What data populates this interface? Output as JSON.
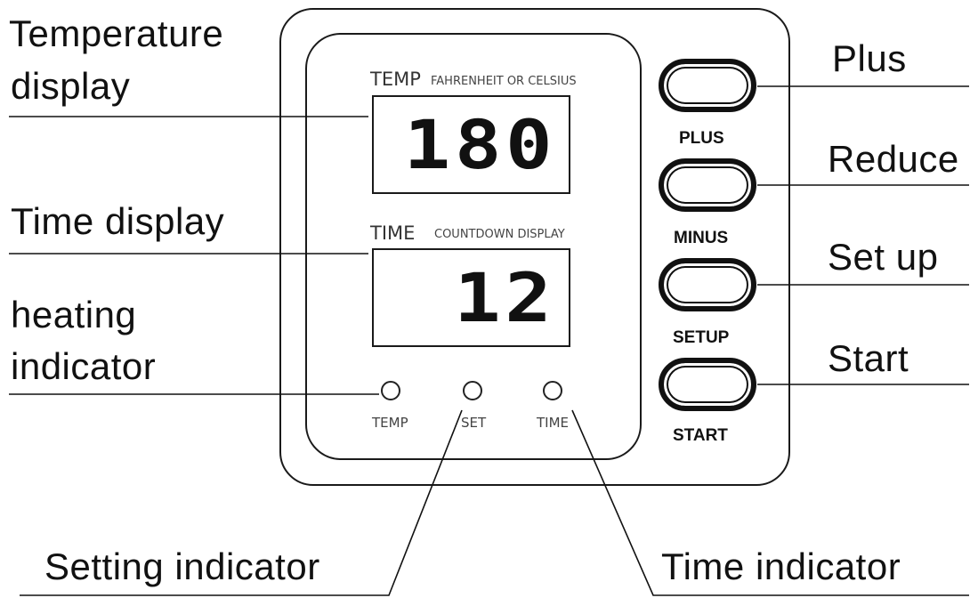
{
  "panel": {
    "temp_display": {
      "title": "TEMP",
      "subtitle": "FAHRENHEIT OR CELSIUS",
      "value": "180"
    },
    "time_display": {
      "title": "TIME",
      "subtitle": "COUNTDOWN DISPLAY",
      "value": "12"
    },
    "indicators": [
      {
        "label": "TEMP"
      },
      {
        "label": "SET"
      },
      {
        "label": "TIME"
      }
    ],
    "buttons": [
      {
        "label": "PLUS"
      },
      {
        "label": "MINUS"
      },
      {
        "label": "SETUP"
      },
      {
        "label": "START"
      }
    ]
  },
  "callouts": {
    "temperature_display_line1": "Temperature",
    "temperature_display_line2": "display",
    "time_display": "Time display",
    "heating_indicator_line1": "heating",
    "heating_indicator_line2": "indicator",
    "setting_indicator": "Setting indicator",
    "time_indicator": "Time indicator",
    "plus": "Plus",
    "reduce": "Reduce",
    "set_up": "Set up",
    "start": "Start"
  }
}
